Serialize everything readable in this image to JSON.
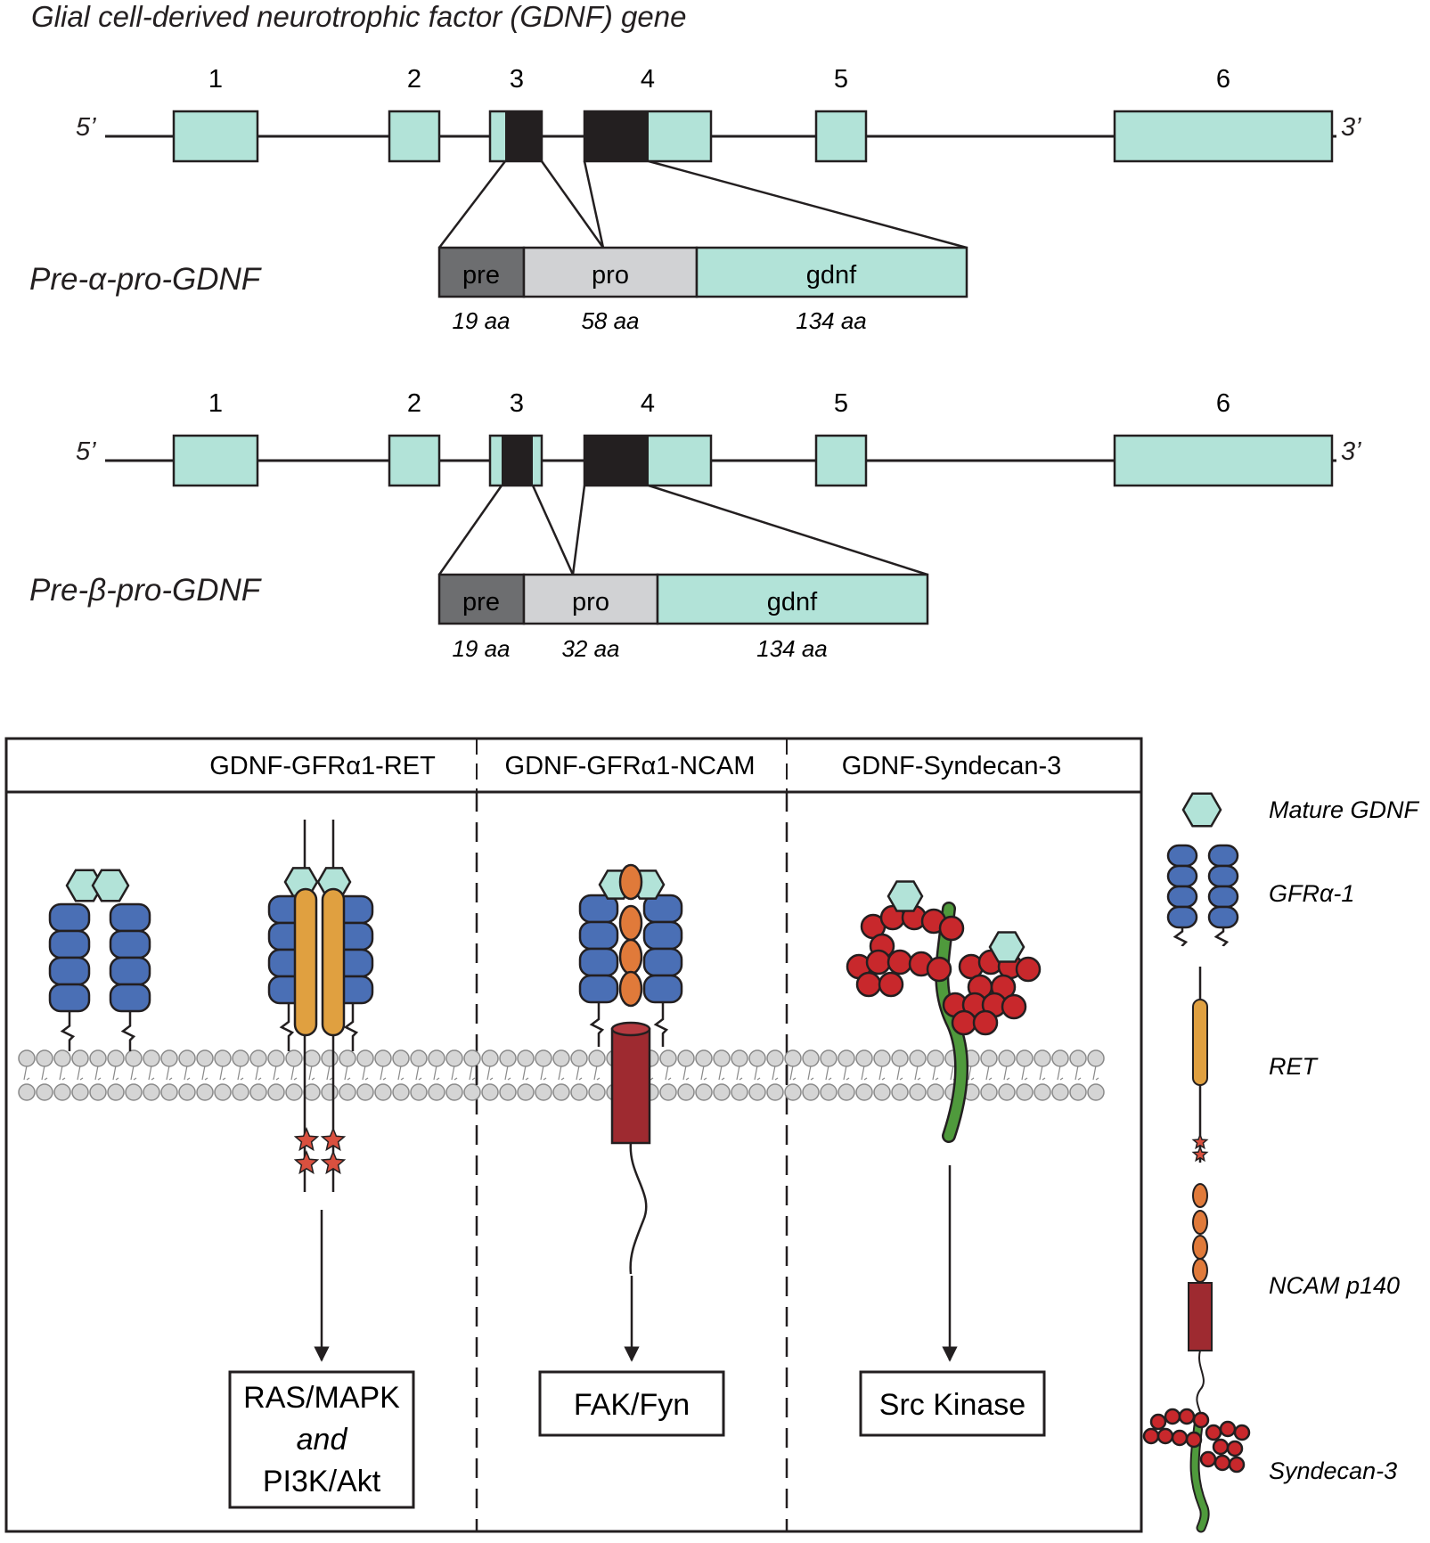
{
  "title": "Glial cell-derived neurotrophic factor (GDNF) gene",
  "gene": {
    "exon_numbers": [
      "1",
      "2",
      "3",
      "4",
      "5",
      "6"
    ],
    "end5": "5’",
    "end3": "3’"
  },
  "isoforms": [
    {
      "name": "Pre-α-pro-GDNF",
      "segments": [
        {
          "label": "pre",
          "aa": "19 aa"
        },
        {
          "label": "pro",
          "aa": "58 aa"
        },
        {
          "label": "gdnf",
          "aa": "134 aa"
        }
      ]
    },
    {
      "name": "Pre-β-pro-GDNF",
      "segments": [
        {
          "label": "pre",
          "aa": "19 aa"
        },
        {
          "label": "pro",
          "aa": "32 aa"
        },
        {
          "label": "gdnf",
          "aa": "134 aa"
        }
      ]
    }
  ],
  "pathways": {
    "headers": [
      "GDNF-GFRα1-RET",
      "GDNF-GFRα1-NCAM",
      "GDNF-Syndecan-3"
    ],
    "outputs": {
      "ret": [
        "RAS/MAPK",
        "and",
        "PI3K/Akt"
      ],
      "ncam": "FAK/Fyn",
      "syndecan": "Src Kinase"
    }
  },
  "legend": [
    "Mature GDNF",
    "GFRα-1",
    "RET",
    "NCAM p140",
    "Syndecan-3"
  ],
  "colors": {
    "exon": "#b2e3d8",
    "coding": "#231f20",
    "pre": "#6d6e70",
    "pro": "#d1d2d4",
    "gfra_blue": "#4a6fb5",
    "ret_orange": "#e0a040",
    "ncam_bead": "#e07a3a",
    "ncam_red": "#9e2a30",
    "syndecan_red": "#c8282c",
    "syndecan_green": "#4f9a3c",
    "star_red": "#d9503f",
    "lipid": "#d5d5d5"
  }
}
